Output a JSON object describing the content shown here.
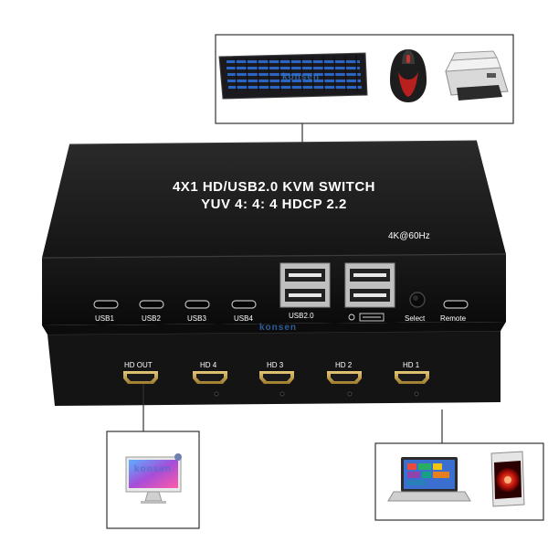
{
  "device": {
    "title_line1": "4X1 HD/USB2.0 KVM SWITCH",
    "title_line2": "YUV 4: 4: 4  HDCP 2.2",
    "resolution": "4K@60Hz",
    "front_ports": [
      "USB1",
      "USB2",
      "USB3",
      "USB4",
      "USB2.0",
      "Select",
      "Remote"
    ],
    "rear_ports": [
      "HD OUT",
      "HD 4",
      "HD 3",
      "HD 2",
      "HD 1"
    ]
  },
  "watermark": "konsen",
  "peripherals_top": [
    "keyboard-icon",
    "mouse-icon",
    "printer-icon"
  ],
  "peripherals_bottom_left": [
    "monitor-icon"
  ],
  "peripherals_bottom_right": [
    "laptop-icon",
    "desktop-tower-icon"
  ],
  "colors": {
    "device_body": "#1c1c1c",
    "device_front": "#101010",
    "port_gold": "#c9a44a",
    "frame_line": "#333333"
  }
}
